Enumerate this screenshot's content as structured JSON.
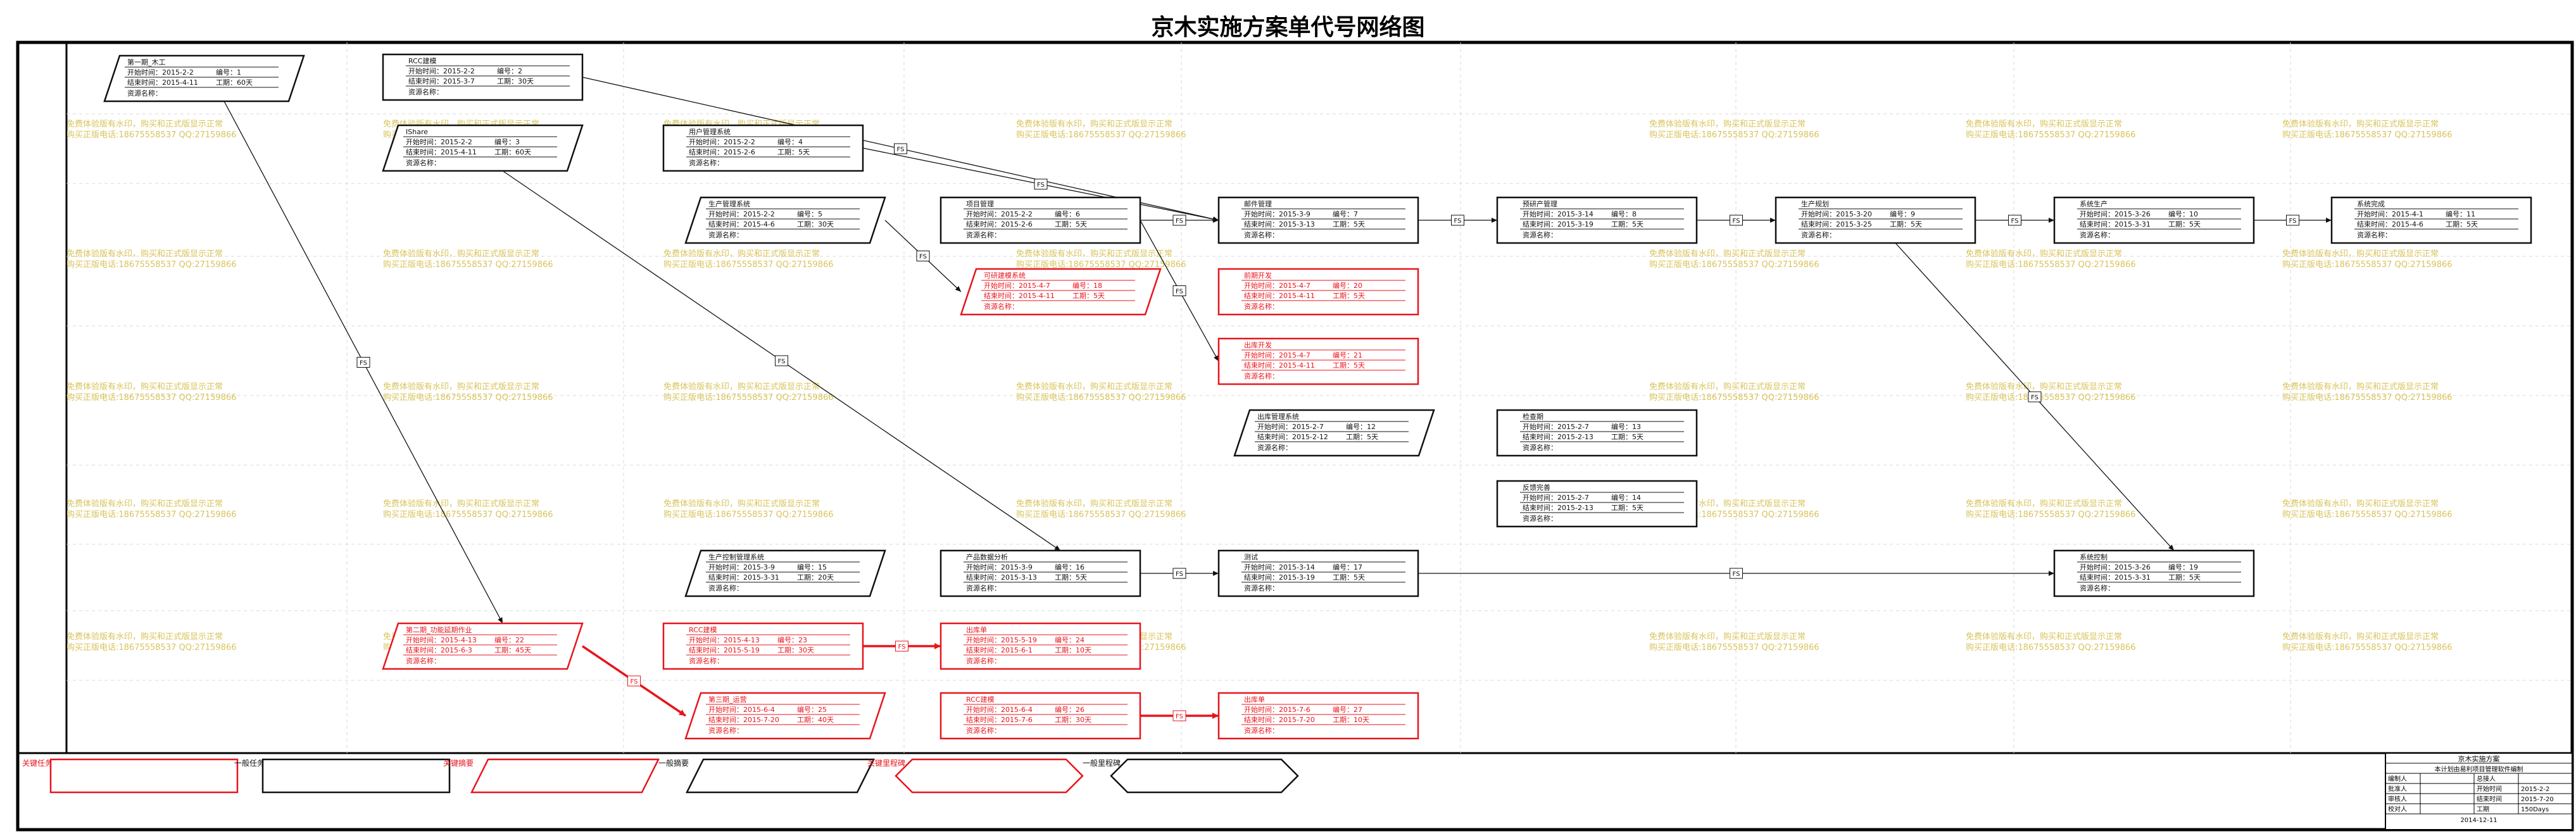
{
  "title": "京木实施方案单代号网络图",
  "watermark": {
    "line1": "免费体验版有水印，购买和正式版显示正常",
    "line2": "购买正版电话:18675558537 QQ:27159866"
  },
  "link_label": "FS",
  "field_labels": {
    "start": "开始时间：",
    "finish": "结束时间：",
    "id": "编号：",
    "duration": "工期：",
    "resource": "资源名称："
  },
  "nodes": [
    {
      "key": "n1",
      "name": "第一期_木工",
      "start": "2015-2-2",
      "finish": "2015-4-11",
      "id": "1",
      "duration": "60天",
      "shape": "para",
      "red": false
    },
    {
      "key": "n2",
      "name": "RCC建模",
      "start": "2015-2-2",
      "finish": "2015-3-7",
      "id": "2",
      "duration": "30天",
      "shape": "rect",
      "red": false
    },
    {
      "key": "n3",
      "name": "IShare",
      "start": "2015-2-2",
      "finish": "2015-4-11",
      "id": "3",
      "duration": "60天",
      "shape": "para",
      "red": false
    },
    {
      "key": "n4",
      "name": "用户管理系统",
      "start": "2015-2-2",
      "finish": "2015-2-6",
      "id": "4",
      "duration": "5天",
      "shape": "rect",
      "red": false
    },
    {
      "key": "n5",
      "name": "生产管理系统",
      "start": "2015-2-2",
      "finish": "2015-4-6",
      "id": "5",
      "duration": "30天",
      "shape": "para",
      "red": false
    },
    {
      "key": "n6",
      "name": "项目管理",
      "start": "2015-2-2",
      "finish": "2015-2-6",
      "id": "6",
      "duration": "5天",
      "shape": "rect",
      "red": false
    },
    {
      "key": "n7",
      "name": "邮件管理",
      "start": "2015-3-9",
      "finish": "2015-3-13",
      "id": "7",
      "duration": "5天",
      "shape": "rect",
      "red": false
    },
    {
      "key": "n8",
      "name": "预研产管理",
      "start": "2015-3-14",
      "finish": "2015-3-19",
      "id": "8",
      "duration": "5天",
      "shape": "rect",
      "red": false
    },
    {
      "key": "n9",
      "name": "生产规划",
      "start": "2015-3-20",
      "finish": "2015-3-25",
      "id": "9",
      "duration": "5天",
      "shape": "rect",
      "red": false
    },
    {
      "key": "n10",
      "name": "系统生产",
      "start": "2015-3-26",
      "finish": "2015-3-31",
      "id": "10",
      "duration": "5天",
      "shape": "rect",
      "red": false
    },
    {
      "key": "n11",
      "name": "系统完成",
      "start": "2015-4-1",
      "finish": "2015-4-6",
      "id": "11",
      "duration": "5天",
      "shape": "rect",
      "red": false
    },
    {
      "key": "n18",
      "name": "可研建模系统",
      "start": "2015-4-7",
      "finish": "2015-4-11",
      "id": "18",
      "duration": "5天",
      "shape": "para",
      "red": true
    },
    {
      "key": "n20",
      "name": "前期开发",
      "start": "2015-4-7",
      "finish": "2015-4-11",
      "id": "20",
      "duration": "5天",
      "shape": "rect",
      "red": true
    },
    {
      "key": "n21",
      "name": "出库开发",
      "start": "2015-4-7",
      "finish": "2015-4-11",
      "id": "21",
      "duration": "5天",
      "shape": "rect",
      "red": true
    },
    {
      "key": "n12",
      "name": "出库管理系统",
      "start": "2015-2-7",
      "finish": "2015-2-12",
      "id": "12",
      "duration": "5天",
      "shape": "para",
      "red": false
    },
    {
      "key": "n13",
      "name": "检查期",
      "start": "2015-2-7",
      "finish": "2015-2-13",
      "id": "13",
      "duration": "5天",
      "shape": "rect",
      "red": false
    },
    {
      "key": "n14",
      "name": "反馈完善",
      "start": "2015-2-7",
      "finish": "2015-2-13",
      "id": "14",
      "duration": "5天",
      "shape": "rect",
      "red": false
    },
    {
      "key": "n15",
      "name": "生产控制管理系统",
      "start": "2015-3-9",
      "finish": "2015-3-31",
      "id": "15",
      "duration": "20天",
      "shape": "para",
      "red": false
    },
    {
      "key": "n16",
      "name": "产品数据分析",
      "start": "2015-3-9",
      "finish": "2015-3-13",
      "id": "16",
      "duration": "5天",
      "shape": "rect",
      "red": false
    },
    {
      "key": "n17",
      "name": "测试",
      "start": "2015-3-14",
      "finish": "2015-3-19",
      "id": "17",
      "duration": "5天",
      "shape": "rect",
      "red": false
    },
    {
      "key": "n19",
      "name": "系统控制",
      "start": "2015-3-26",
      "finish": "2015-3-31",
      "id": "19",
      "duration": "5天",
      "shape": "rect",
      "red": false
    },
    {
      "key": "n22",
      "name": "第二期_功能延期作业",
      "start": "2015-4-13",
      "finish": "2015-6-3",
      "id": "22",
      "duration": "45天",
      "shape": "para",
      "red": true
    },
    {
      "key": "n23",
      "name": "RCC建模",
      "start": "2015-4-13",
      "finish": "2015-5-19",
      "id": "23",
      "duration": "30天",
      "shape": "rect",
      "red": true
    },
    {
      "key": "n24",
      "name": "出库单",
      "start": "2015-5-19",
      "finish": "2015-6-1",
      "id": "24",
      "duration": "10天",
      "shape": "rect",
      "red": true
    },
    {
      "key": "n25",
      "name": "第三期_运营",
      "start": "2015-6-4",
      "finish": "2015-7-20",
      "id": "25",
      "duration": "40天",
      "shape": "para",
      "red": true
    },
    {
      "key": "n26",
      "name": "RCC建模",
      "start": "2015-6-4",
      "finish": "2015-7-6",
      "id": "26",
      "duration": "30天",
      "shape": "rect",
      "red": true
    },
    {
      "key": "n27",
      "name": "出库单",
      "start": "2015-7-6",
      "finish": "2015-7-20",
      "id": "27",
      "duration": "10天",
      "shape": "rect",
      "red": true
    }
  ],
  "legend": [
    {
      "label": "关键任务",
      "shape": "rect",
      "red": true
    },
    {
      "label": "一般任务",
      "shape": "rect",
      "red": false
    },
    {
      "label": "关键摘要",
      "shape": "para",
      "red": true
    },
    {
      "label": "一般摘要",
      "shape": "para",
      "red": false
    },
    {
      "label": "关键里程碑",
      "shape": "hex",
      "red": true
    },
    {
      "label": "一般里程碑",
      "shape": "hex",
      "red": false
    }
  ],
  "info_table": {
    "company": "京木实施方案",
    "subtitle": "本计划由易利项目管理软件编制",
    "rows": [
      [
        "编制人",
        "",
        "总接人",
        ""
      ],
      [
        "批准人",
        "",
        "开始时间",
        "2015-2-2"
      ],
      [
        "审核人",
        "",
        "结束时间",
        "2015-7-20"
      ],
      [
        "校对人",
        "",
        "工期",
        "150Days"
      ]
    ],
    "date": "2014-12-11"
  },
  "colors": {
    "critical": "#e8141c",
    "normal": "#111111",
    "watermark": "#d8c35a",
    "grid": "#d9d9d9"
  }
}
